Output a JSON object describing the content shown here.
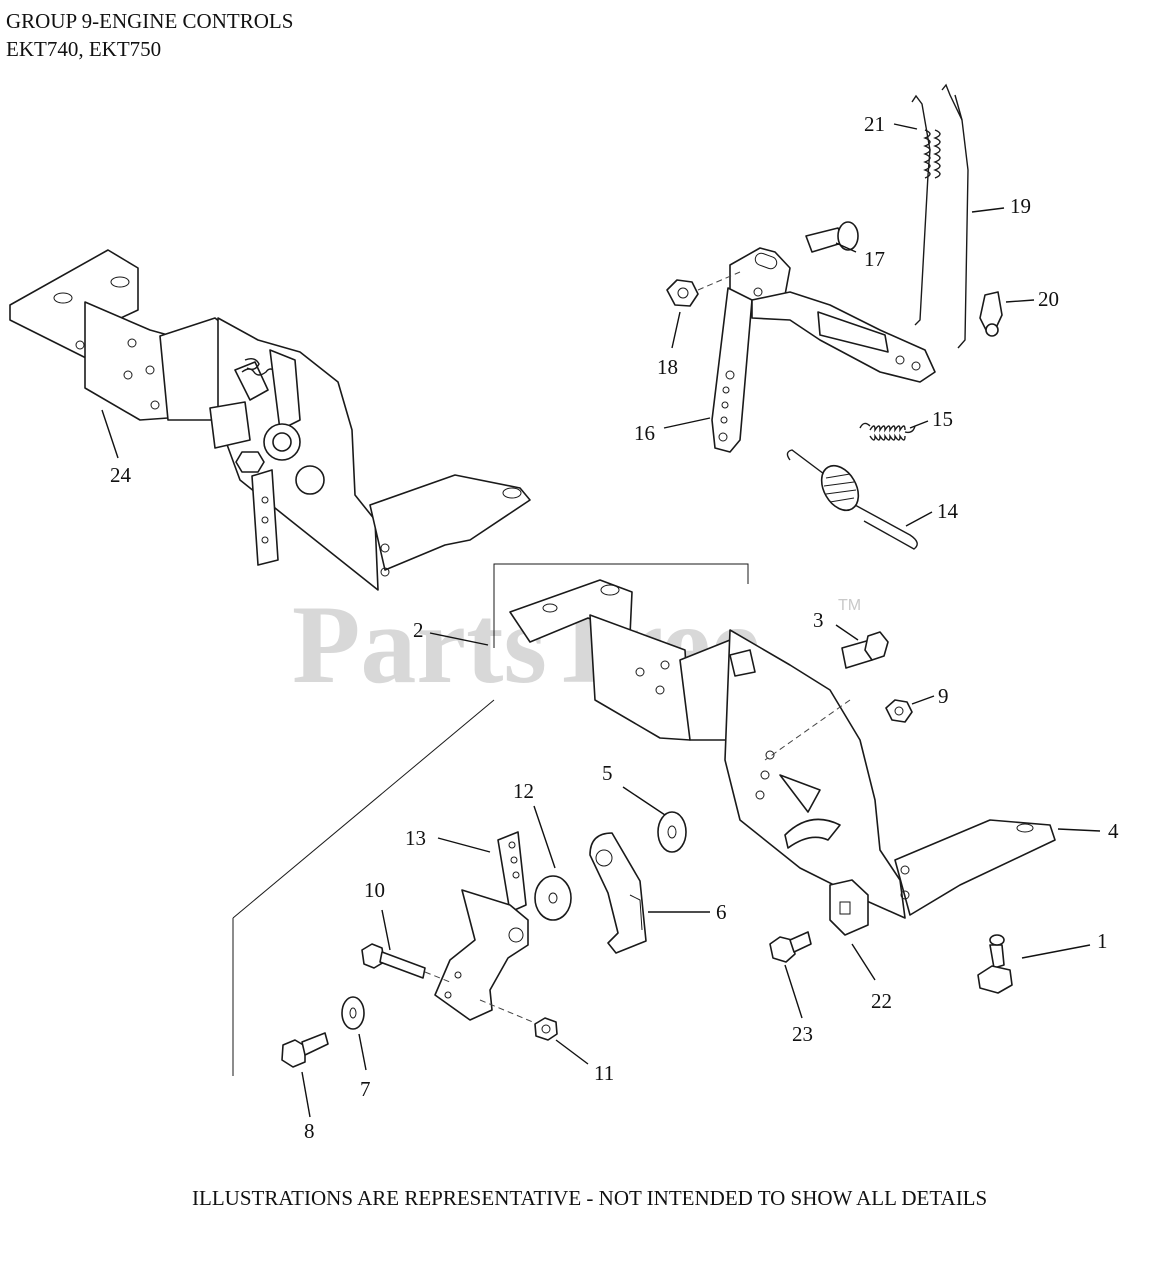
{
  "header": {
    "title": "GROUP 9-ENGINE CONTROLS",
    "models": "EKT740, EKT750"
  },
  "footer": "ILLUSTRATIONS ARE REPRESENTATIVE - NOT INTENDED TO SHOW ALL DETAILS",
  "watermark": {
    "brand": "PartsTree",
    "mark": "TM"
  },
  "callouts": [
    "1",
    "2",
    "3",
    "4",
    "5",
    "6",
    "7",
    "8",
    "9",
    "10",
    "11",
    "12",
    "13",
    "14",
    "15",
    "16",
    "17",
    "18",
    "19",
    "20",
    "21",
    "22",
    "23",
    "24"
  ]
}
